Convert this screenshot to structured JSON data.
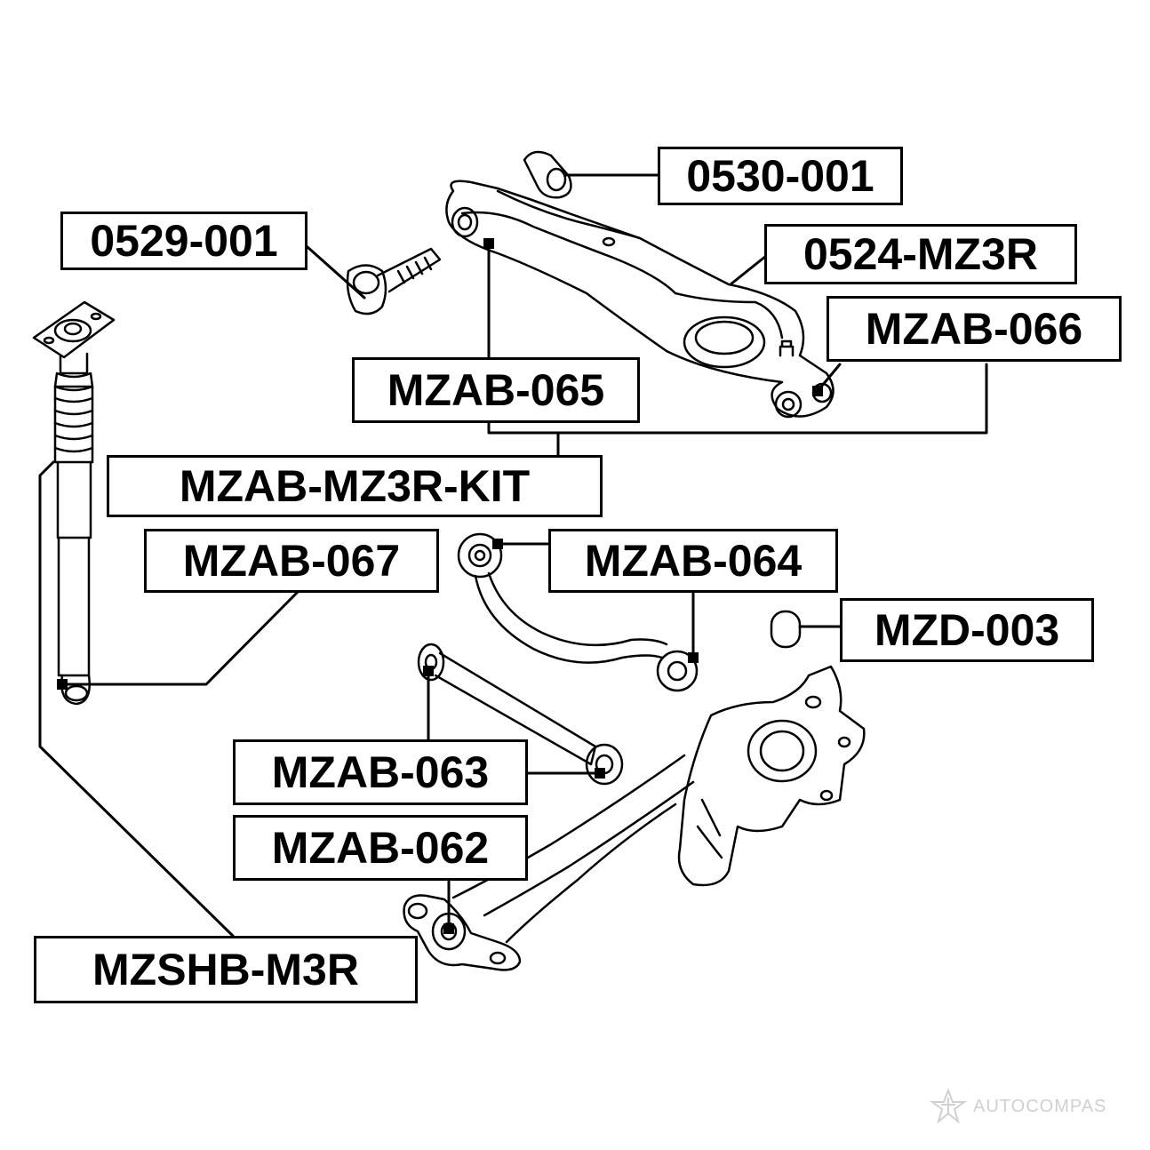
{
  "parts": {
    "p0530_001": "0530-001",
    "p0529_001": "0529-001",
    "p0524_mz3r": "0524-MZ3R",
    "mzab_066": "MZAB-066",
    "mzab_065": "MZAB-065",
    "kit": "MZAB-MZ3R-KIT",
    "mzab_067": "MZAB-067",
    "mzab_064": "MZAB-064",
    "mzd_003": "MZD-003",
    "mzab_063": "MZAB-063",
    "mzab_062": "MZAB-062",
    "mzshb_m3r": "MZSHB-M3R"
  },
  "watermark": {
    "text": "AUTOCOMPAS",
    "logo": "star-logo-icon"
  },
  "colors": {
    "ink": "#000000",
    "paper": "#ffffff",
    "watermark": "#d0d0d0"
  }
}
